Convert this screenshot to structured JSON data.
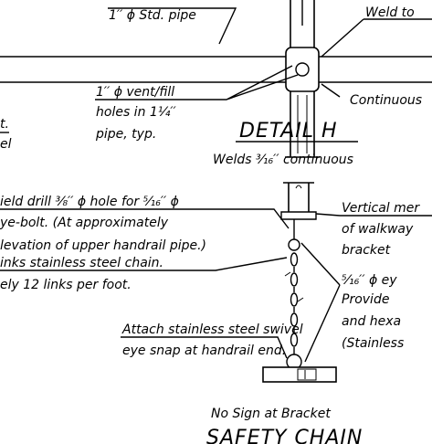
{
  "detail_h": {
    "label_std_pipe": "1′′ ϕ Std. pipe",
    "label_weld_to": "Weld to",
    "label_vent_line1": "1′′ ϕ vent/fill",
    "label_vent_line2": "holes in 1¹⁄₄′′",
    "label_vent_line3": "pipe, typ.",
    "label_continuous": "Continuous",
    "title": "DETAIL  H",
    "subtitle": "Welds ³⁄₁₆′′ continuous",
    "left_fragment_1": "t.",
    "left_fragment_2": "el"
  },
  "safety_chain": {
    "drill_line1": "ield drill ³⁄₈′′ ϕ hole for ⁵⁄₁₆′′ ϕ",
    "drill_line2": "ye-bolt.  (At approximately",
    "drill_line3": "levation of upper handrail pipe.)",
    "chain_line1": "inks stainless steel chain.",
    "chain_line2": "ely 12 links per foot.",
    "swivel_line1": "Attach stainless steel swivel",
    "swivel_line2": "eye snap at handrail end.",
    "vertical_line1": "Vertical mer",
    "vertical_line2": "of walkway",
    "vertical_line3": "bracket",
    "eyebolt_line1": "⁵⁄₁₆′′ ϕ ey",
    "eyebolt_line2": "Provide",
    "eyebolt_line3": "and hexa",
    "eyebolt_line4": "(Stainless",
    "no_sign": "No Sign at Bracket",
    "title": "SAFETY CHAIN"
  }
}
